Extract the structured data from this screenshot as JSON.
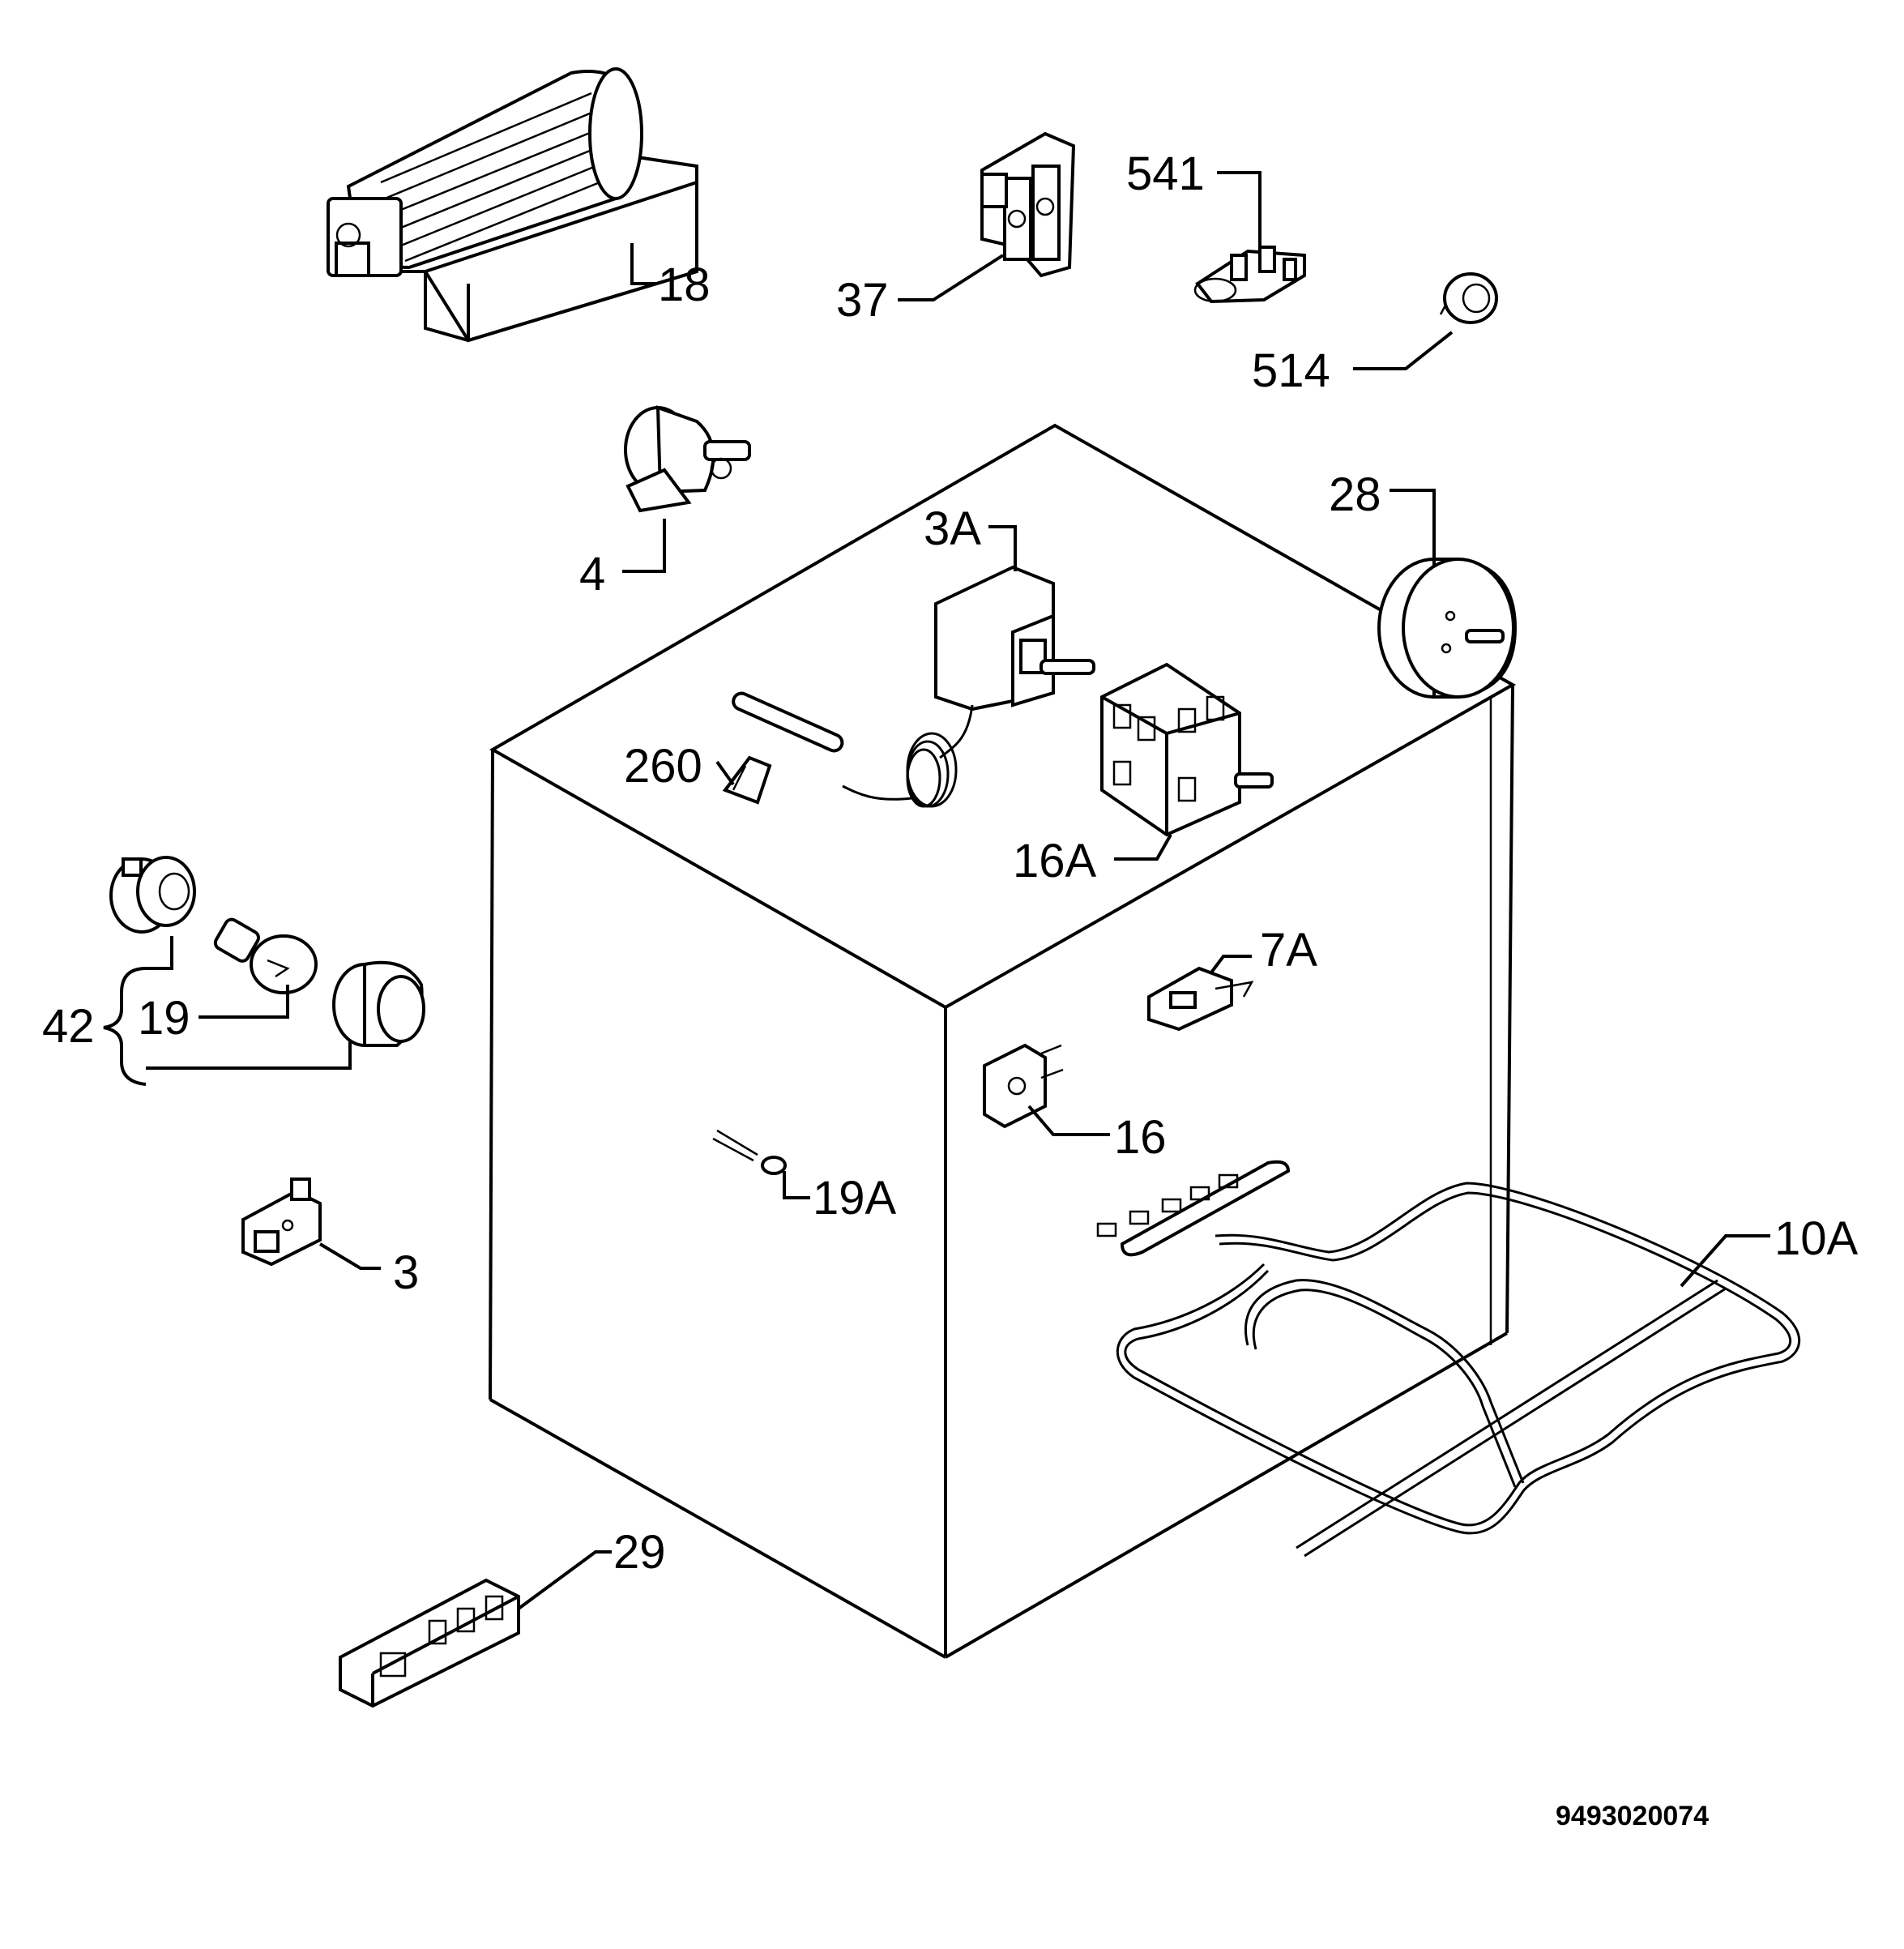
{
  "labels": {
    "l18": "18",
    "l37": "37",
    "l541": "541",
    "l514": "514",
    "l4": "4",
    "l3A": "3A",
    "l28": "28",
    "l260": "260",
    "l16A": "16A",
    "l7A": "7A",
    "l42": "42",
    "l19": "19",
    "l16": "16",
    "l19A": "19A",
    "l3": "3",
    "l10A": "10A",
    "l29": "29"
  },
  "drawing_code": "9493020074"
}
